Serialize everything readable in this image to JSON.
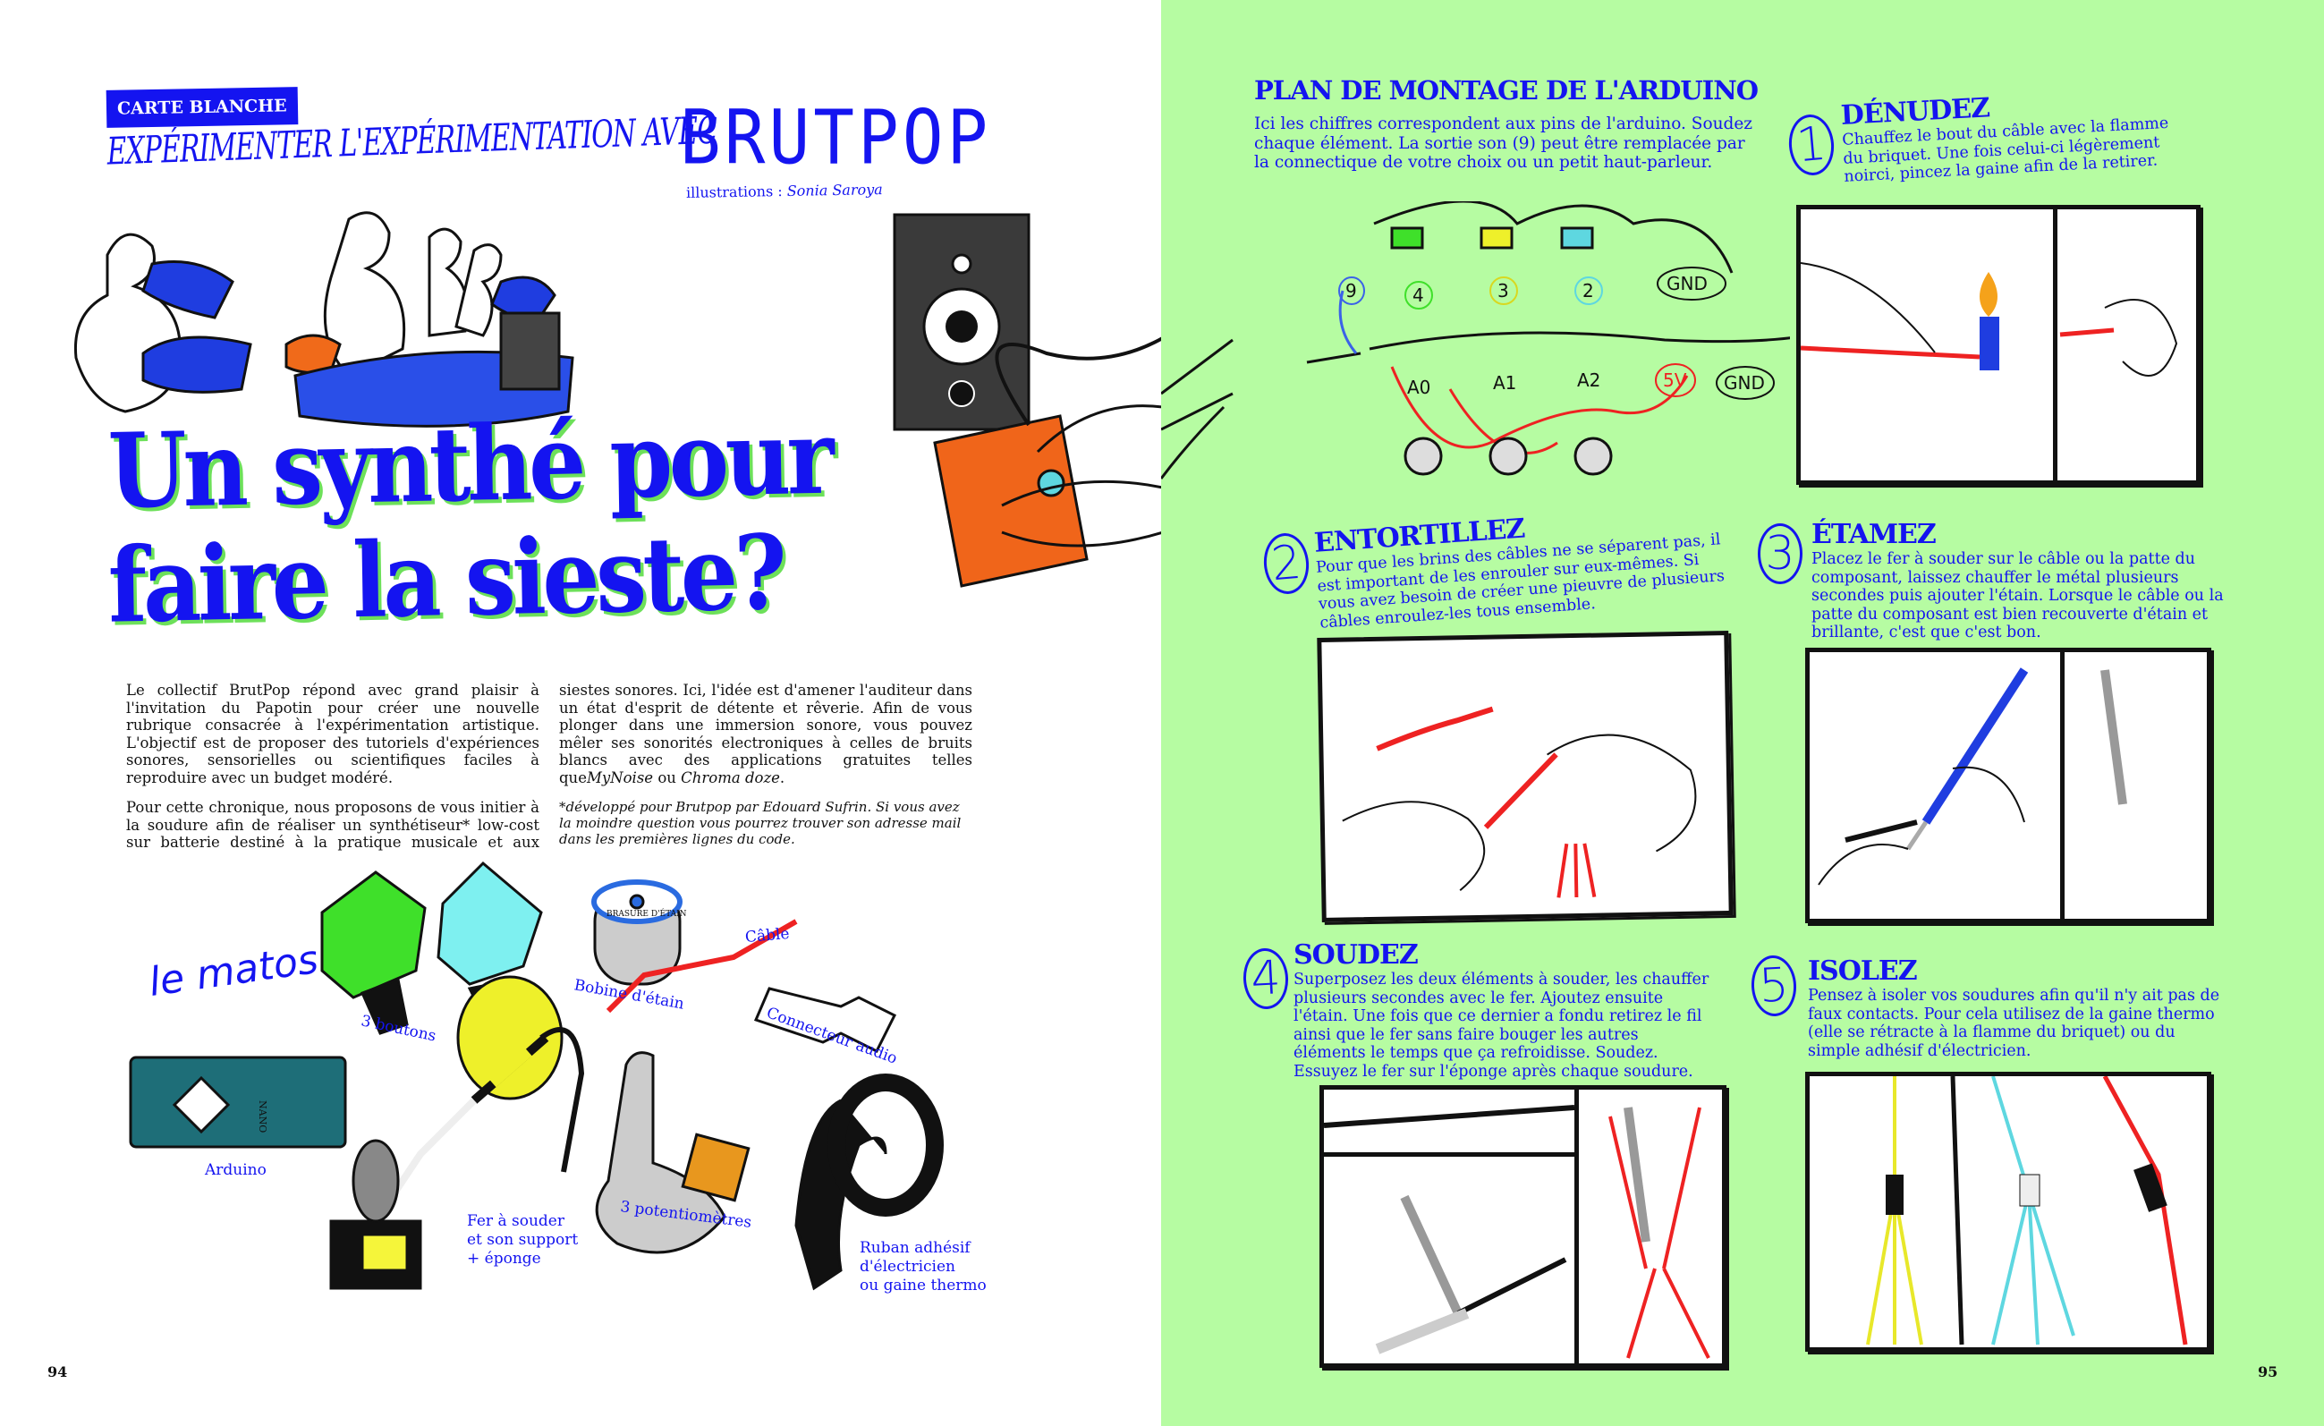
{
  "left_page": {
    "section_badge": "CARTE BLANCHE",
    "kicker": "EXPÉRIMENTER L'EXPÉRIMENTATION AVEC",
    "brand": "BRUTPOP",
    "credit_label": "illustrations :",
    "credit_name": "Sonia Saroya",
    "title_line1": "Un synthé pour",
    "title_line2": "faire la sieste?",
    "body": {
      "p1": "Le collectif BrutPop répond avec grand plaisir à l'invitation du Papotin pour créer une nouvelle rubrique consacrée à l'expérimentation artistique. L'objectif est de proposer des tutoriels d'expériences sonores, sensorielles ou scientifiques faciles à reproduire avec un budget modéré.",
      "p2": "Pour cette chronique, nous proposons de vous initier à la soudure afin de réaliser un synthétiseur* low-cost sur batterie destiné à la pratique musicale et aux siestes sonores. Ici, l'idée est d'amener l'auditeur dans un état d'esprit de détente et rêverie. Afin de vous plonger dans une immersion sonore, vous pouvez mêler ses sonorités electroniques à celles de bruits blancs avec des applications gratuites telles que",
      "app1": "MyNoise",
      "or": " ou ",
      "app2": "Chroma doze",
      "end": ".",
      "footnote": "*développé pour Brutpop par Edouard Sufrin. Si vous avez la moindre question vous pourrez trouver son adresse mail dans les premières lignes du code."
    },
    "materials": {
      "heading": "le matos",
      "buttons": "3 boutons",
      "solder_spool": "Bobine d'étain",
      "spool_print": "BRASURE D'ÉTAIN",
      "cable": "Câble",
      "audio_jack": "Connecteur audio",
      "arduino": "Arduino",
      "arduino_print": "NANO",
      "soldering_iron": [
        "Fer à souder",
        "et son support",
        "+ éponge"
      ],
      "potentiometers": "3 potentiomètres",
      "tape": [
        "Ruban adhésif",
        "d'électricien",
        "ou gaine thermo"
      ]
    },
    "page_number": "94"
  },
  "right_page": {
    "plan": {
      "title": "PLAN DE MONTAGE DE L'ARDUINO",
      "text": "Ici les chiffres correspondent aux pins de l'arduino. Soudez chaque élément. La sortie son (9) peut être remplacée par la connectique de votre choix ou un petit haut-parleur.",
      "labels": {
        "audio": "9",
        "b1": "4",
        "b2": "3",
        "b3": "2",
        "gnd1": "GND",
        "a0": "A0",
        "a1": "A1",
        "a2": "A2",
        "v5": "5V",
        "gnd2": "GND"
      }
    },
    "steps": [
      {
        "num": "1",
        "title": "DÉNUDEZ",
        "text": "Chauffez le bout du câble avec la flamme du briquet. Une fois celui-ci légèrement noirci, pincez la gaine afin de la retirer."
      },
      {
        "num": "2",
        "title": "ENTORTILLEZ",
        "text": "Pour que les brins des câbles ne se séparent pas, il est important de les enrouler sur eux-mêmes. Si vous avez besoin de créer une pieuvre de plusieurs câbles enroulez-les tous ensemble."
      },
      {
        "num": "3",
        "title": "ÉTAMEZ",
        "text": "Placez le fer à souder sur le câble ou la patte du composant, laissez chauffer le métal plusieurs secondes puis ajouter l'étain. Lorsque le câble ou la patte du composant est bien recouverte d'étain et brillante, c'est que c'est bon."
      },
      {
        "num": "4",
        "title": "SOUDEZ",
        "text": "Superposez les deux éléments à souder, les chauffer plusieurs secondes avec le fer. Ajoutez ensuite l'étain. Une fois que ce dernier a fondu retirez le fil ainsi que le fer sans faire bouger les autres éléments le temps que ça refroidisse. Soudez. Essuyez le fer sur l'éponge après chaque soudure."
      },
      {
        "num": "5",
        "title": "ISOLEZ",
        "text": "Pensez à isoler vos soudures afin qu'il n'y ait pas de faux contacts. Pour cela utilisez de la gaine thermo (elle se rétracte à la flamme du briquet) ou du simple adhésif d'électricien."
      }
    ],
    "page_number": "95"
  },
  "colors": {
    "blue": "#1414f0",
    "green_page": "#b6fca2",
    "title_shadow": "#6de05a"
  }
}
